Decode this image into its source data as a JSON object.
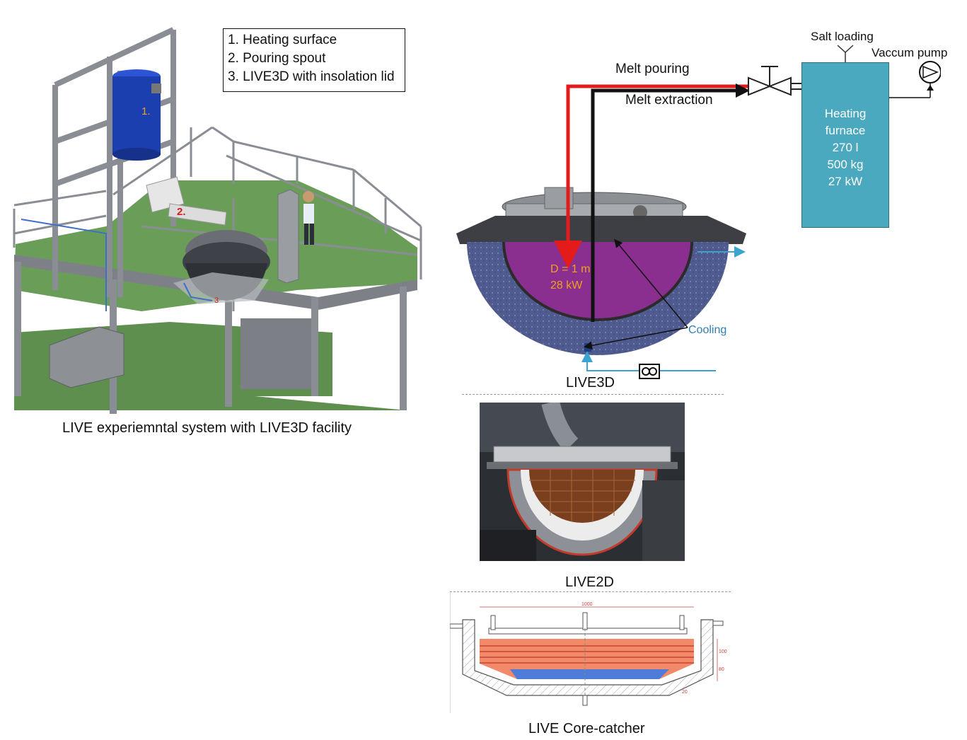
{
  "legend": {
    "item1": "1. Heating surface",
    "item2": "2. Pouring spout",
    "item3": "3. LIVE3D with insolation lid"
  },
  "facility": {
    "marker1": "1.",
    "marker2": "2.",
    "marker3": "3",
    "caption": "LIVE experiemntal system with LIVE3D facility"
  },
  "live3d": {
    "melt_pouring": "Melt pouring",
    "melt_extraction": "Melt extraction",
    "diameter": "D = 1 m",
    "power": "28 kW",
    "cooling": "Cooling",
    "caption": "LIVE3D"
  },
  "furnace": {
    "salt_loading": "Salt loading",
    "vacuum_pump": "Vaccum pump",
    "line1": "Heating",
    "line2": "furnace",
    "line3": "270 l",
    "line4": "500 kg",
    "line5": "27 kW"
  },
  "live2d": {
    "caption": "LIVE2D"
  },
  "core_catcher": {
    "caption": "LIVE Core-catcher",
    "dim_width": "1000",
    "dim_1": "100",
    "dim_2": "80",
    "dim_3": "20"
  },
  "colors": {
    "green_floor": "#5f8f4e",
    "frame_grey": "#8a8d93",
    "tank_blue": "#1c3fb0",
    "purple_melt": "#8a2e8f",
    "furnace_teal": "#4aa9be",
    "pour_red": "#e31b1b",
    "cooling_blue": "#3ba3d0",
    "marker_orange": "#f0a020"
  }
}
